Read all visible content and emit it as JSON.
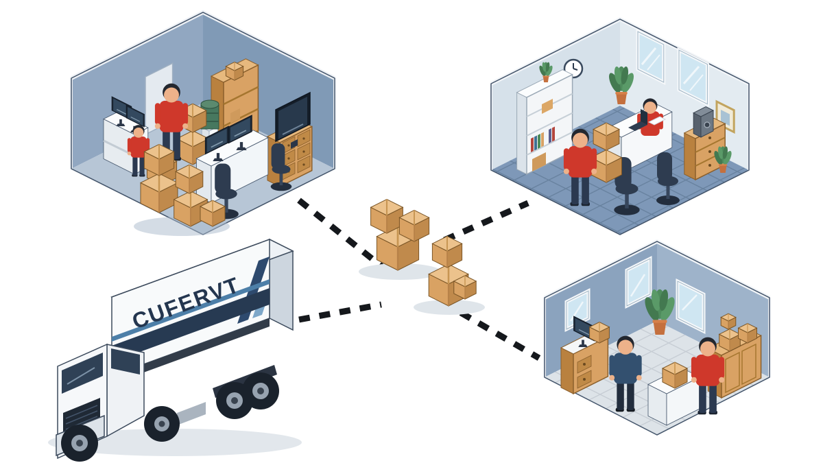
{
  "illustration": {
    "truck": {
      "label": "CUFERVT"
    },
    "palette": {
      "background": "#ffffff",
      "cardboard": "#d9a263",
      "cardboard_shade": "#c08a4c",
      "cardboard_top": "#ecc28c",
      "worker_shirt_red": "#cf382b",
      "worker_shirt_navy": "#33506f",
      "wall_blue": "#8ba3be",
      "wall_light": "#d6e1ea",
      "floor_tile_blue": "#7e98b8",
      "truck_stripe_navy": "#273a52",
      "truck_stripe_blue": "#4d7fa8",
      "connector_black": "#15181c",
      "plant_green": "#4f8c5d",
      "wood": "#d9a264",
      "truck_body_white": "#f8fafb"
    },
    "elements": {
      "top_left": "packing-room",
      "top_right": "office-room",
      "bottom_right": "storage-office-room",
      "center": "cardboard-box-stacks",
      "bottom_left": "delivery-truck"
    }
  }
}
